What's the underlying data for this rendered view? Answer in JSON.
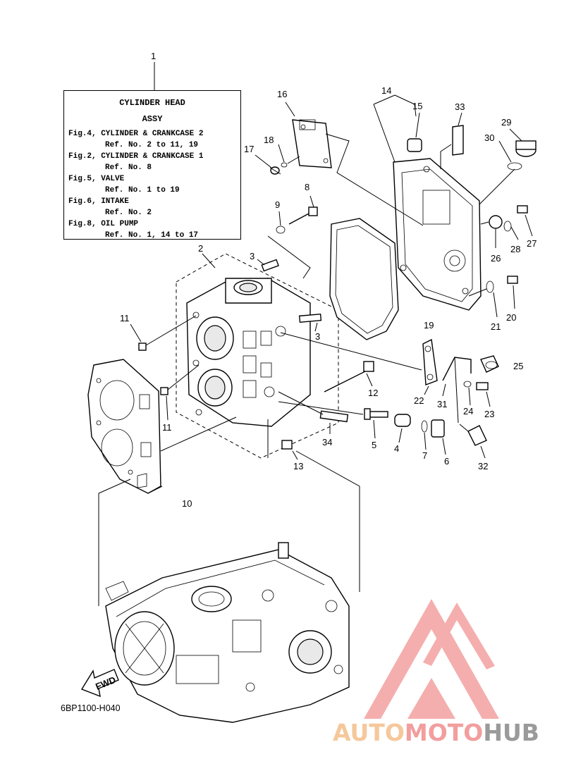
{
  "info_box": {
    "title": "CYLINDER HEAD",
    "subtitle": "ASSY",
    "lines": [
      "Fig.4, CYLINDER & CRANKCASE 2",
      "Ref. No. 2 to 11, 19",
      "Fig.2, CYLINDER & CRANKCASE 1",
      "Ref. No. 8",
      "Fig.5, VALVE",
      "Ref. No. 1 to 19",
      "Fig.6, INTAKE",
      "Ref. No. 2",
      "Fig.8, OIL PUMP",
      "Ref. No. 1, 14 to 17"
    ]
  },
  "callouts": [
    "1",
    "2",
    "3",
    "3",
    "4",
    "5",
    "6",
    "7",
    "8",
    "9",
    "10",
    "11",
    "11",
    "12",
    "13",
    "14",
    "15",
    "16",
    "17",
    "18",
    "19",
    "20",
    "21",
    "22",
    "23",
    "24",
    "25",
    "26",
    "27",
    "28",
    "29",
    "30",
    "31",
    "32",
    "33",
    "34"
  ],
  "fwd_label": "FWD",
  "figure_code": "6BP1100-H040",
  "watermark": {
    "part1": "AUTO",
    "part2": "MOTO",
    "part3": "HUB",
    "color_light": "#f5c89b",
    "color_red": "#f29e9e",
    "color_gray": "#9a9a9a"
  }
}
